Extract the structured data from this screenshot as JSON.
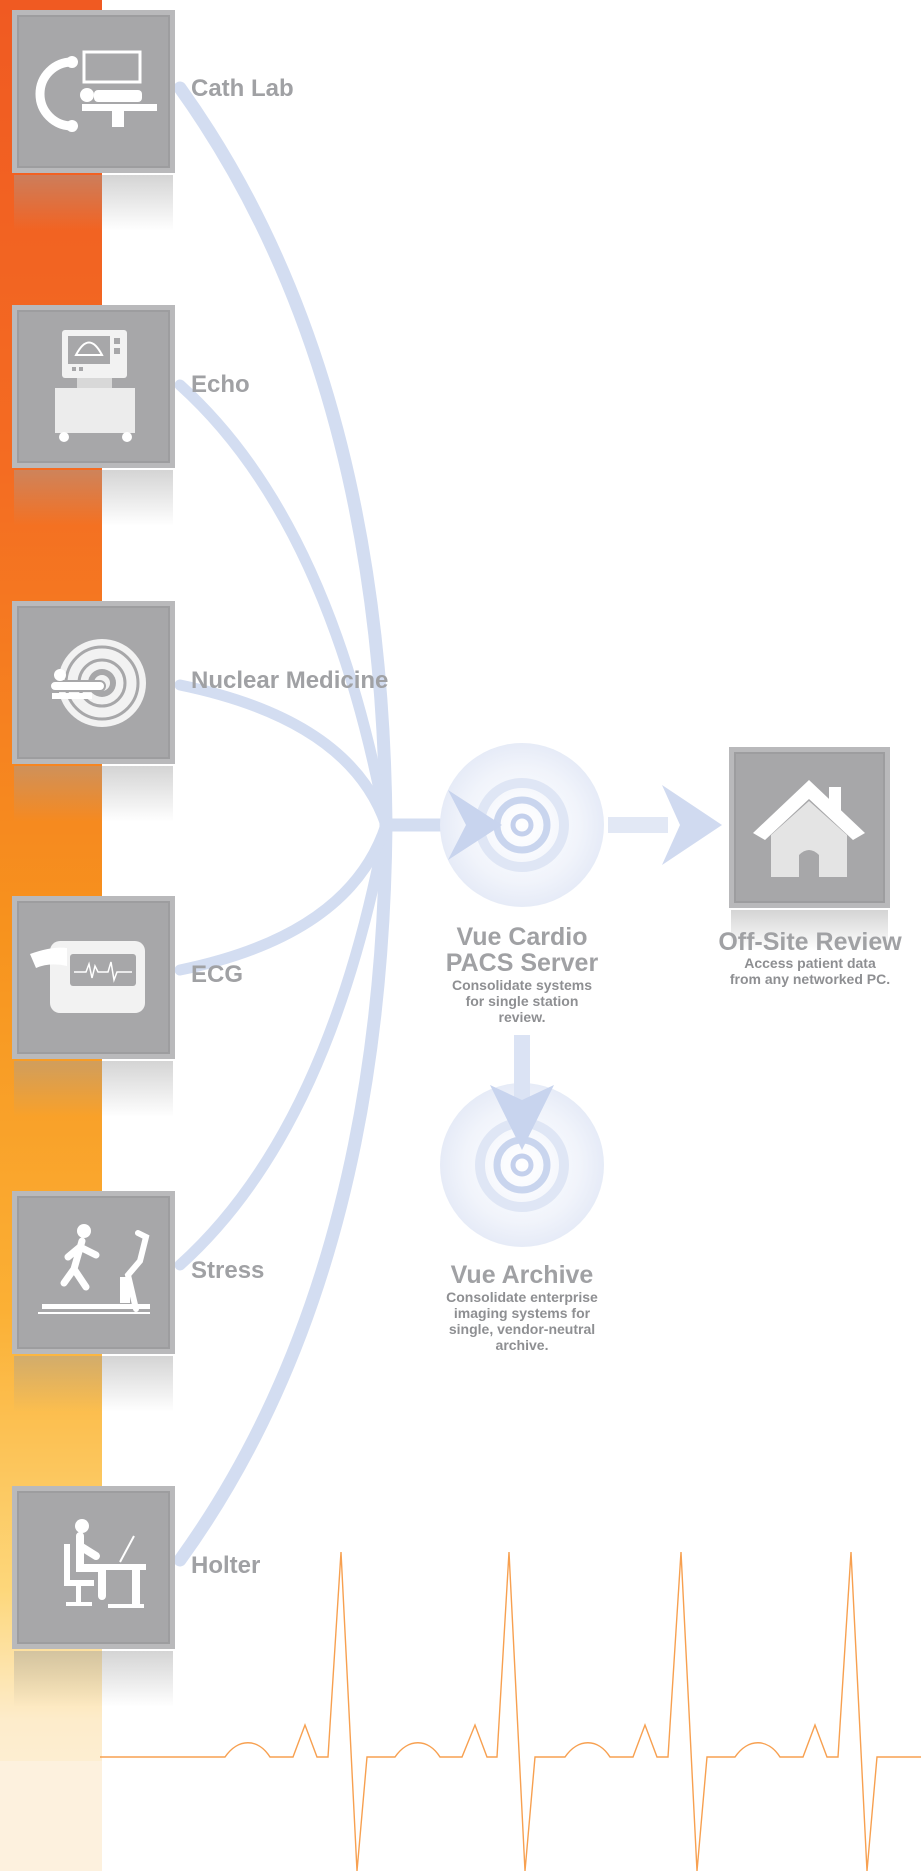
{
  "modalities": [
    {
      "label": "Cath Lab",
      "icon": "cath-lab-icon"
    },
    {
      "label": "Echo",
      "icon": "echo-icon"
    },
    {
      "label": "Nuclear Medicine",
      "icon": "nuclear-medicine-icon"
    },
    {
      "label": "ECG",
      "icon": "ecg-icon"
    },
    {
      "label": "Stress",
      "icon": "stress-icon"
    },
    {
      "label": "Holter",
      "icon": "holter-icon"
    }
  ],
  "pacs": {
    "title_line1": "Vue Cardio",
    "title_line2": "PACS Server",
    "desc_line1": "Consolidate systems",
    "desc_line2": "for single station",
    "desc_line3": "review."
  },
  "archive": {
    "title": "Vue Archive",
    "desc_line1": "Consolidate enterprise",
    "desc_line2": "imaging systems for",
    "desc_line3": "single, vendor-neutral",
    "desc_line4": "archive."
  },
  "offsite": {
    "title": "Off-Site Review",
    "desc_line1": "Access patient data",
    "desc_line2": "from any networked PC.",
    "icon": "home-icon"
  },
  "colors": {
    "flow": "#d3ddf1",
    "tile": "#a7a7a9",
    "label": "#a0a1a4",
    "ecg_trace": "#f7a050",
    "sidebar_top": "#f05a22",
    "sidebar_bottom": "#fdf3e2"
  }
}
